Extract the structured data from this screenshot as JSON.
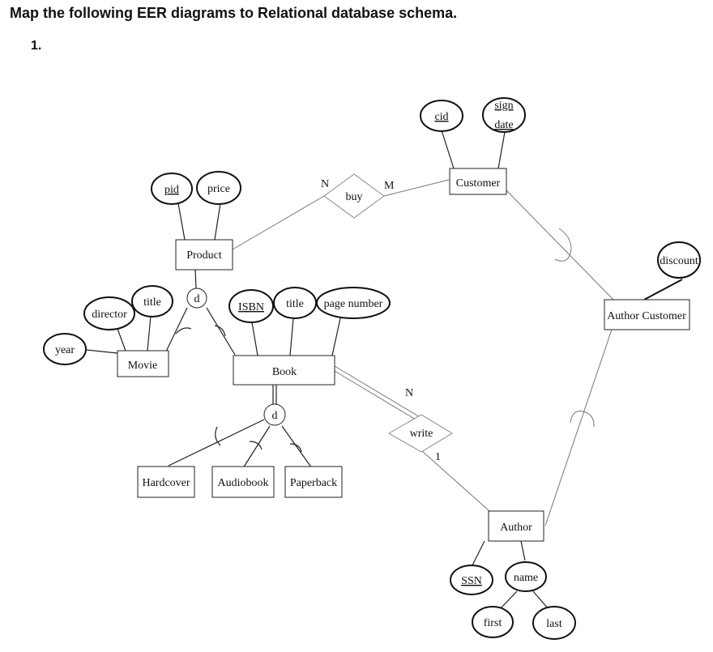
{
  "heading": "Map the following EER diagrams to Relational database schema.",
  "question_number": "1.",
  "entities": {
    "product": "Product",
    "movie": "Movie",
    "book": "Book",
    "hardcover": "Hardcover",
    "audiobook": "Audiobook",
    "paperback": "Paperback",
    "customer": "Customer",
    "author_customer": "Author Customer",
    "author": "Author"
  },
  "attributes": {
    "pid": "pid",
    "price": "price",
    "director": "director",
    "movie_title": "title",
    "year": "year",
    "isbn": "ISBN",
    "book_title": "title",
    "page_number": "page number",
    "cid": "cid",
    "sign": "sign",
    "date": "date",
    "discount": "discount",
    "ssn": "SSN",
    "name": "name",
    "first": "first",
    "last": "last"
  },
  "relationships": {
    "buy": "buy",
    "write": "write"
  },
  "cardinalities": {
    "buy_product_side": "N",
    "buy_customer_side": "M",
    "write_book_side": "N",
    "write_author_side": "1"
  },
  "disjoint_markers": {
    "product_specialization": "d",
    "book_specialization": "d"
  }
}
